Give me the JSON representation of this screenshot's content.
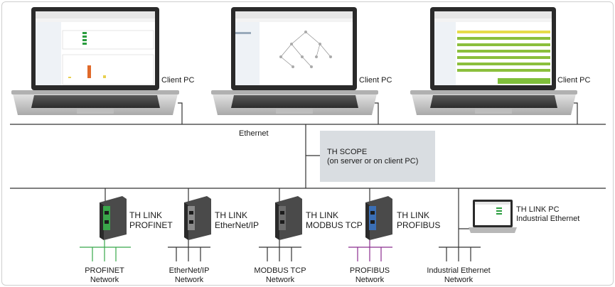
{
  "client_pc_label": "Client PC",
  "ethernet_label": "Ethernet",
  "scope": {
    "line1": "TH SCOPE",
    "line2": "(on server or on client PC)"
  },
  "devices": [
    {
      "line1": "TH LINK",
      "line2": "PROFINET",
      "accent": "#3aa64a"
    },
    {
      "line1": "TH LINK",
      "line2": "EtherNet/IP",
      "accent": "#8a8a8a"
    },
    {
      "line1": "TH LINK",
      "line2": "MODBUS TCP",
      "accent": "#6c6c6c"
    },
    {
      "line1": "TH LINK",
      "line2": "PROFIBUS",
      "accent": "#3b6fb5"
    }
  ],
  "link_pc": {
    "line1": "TH LINK PC",
    "line2": "Industrial Ethernet"
  },
  "networks": [
    {
      "line1": "PROFINET",
      "line2": "Network",
      "color": "#37a84a"
    },
    {
      "line1": "EtherNet/IP",
      "line2": "Network",
      "color": "#333333"
    },
    {
      "line1": "MODBUS TCP",
      "line2": "Network",
      "color": "#333333"
    },
    {
      "line1": "PROFIBUS",
      "line2": "Network",
      "color": "#8b2d8f"
    },
    {
      "line1": "Industrial Ethernet",
      "line2": "Network",
      "color": "#333333"
    }
  ],
  "colors": {
    "line": "#333333",
    "scope_fill": "#d9dde1",
    "screen_header": "#e6e6e6",
    "laptop_body": "#cfcfcf",
    "keyboard": "#3a3a3a"
  }
}
